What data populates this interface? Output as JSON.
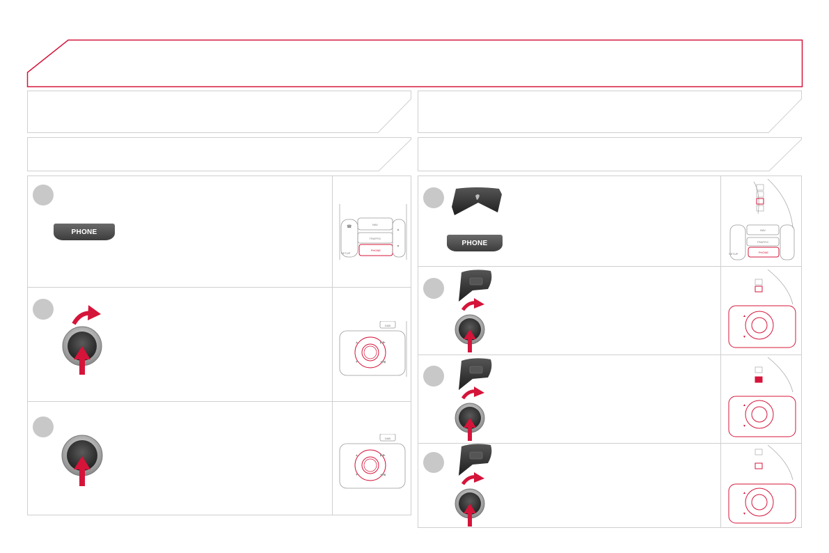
{
  "buttons": {
    "phone_label": "PHONE"
  },
  "console": {
    "nav": "NAV",
    "traffic": "TRAFFIC",
    "phone": "PHONE",
    "setup": "SETUP",
    "dab": "DAB"
  },
  "colors": {
    "accent": "#d5143a",
    "border": "#cccccc",
    "step_circle": "#c8c8c8"
  },
  "icons": [
    "phone-button-icon",
    "steering-control-icon",
    "rotary-knob-icon",
    "rotate-arrow-icon",
    "press-arrow-icon",
    "console-thumbnail"
  ]
}
